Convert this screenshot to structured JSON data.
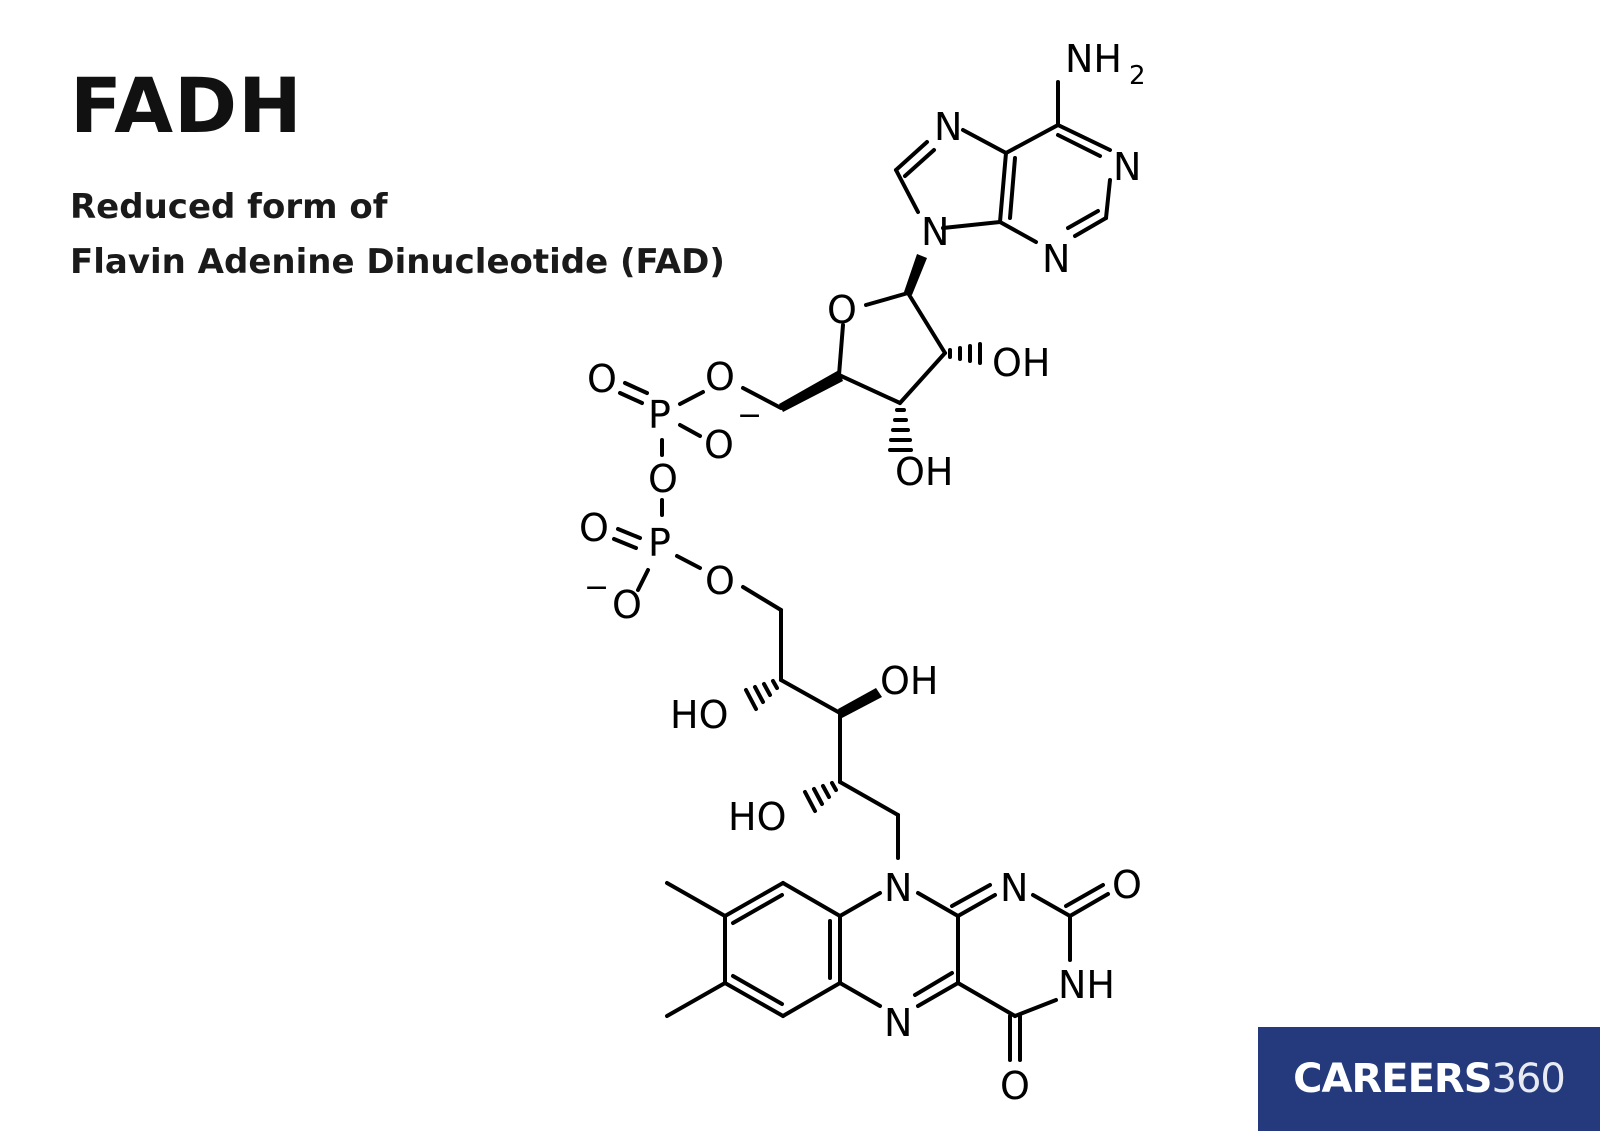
{
  "header": {
    "title": "FADH",
    "subtitle_line1": "Reduced form of",
    "subtitle_line2": "Flavin Adenine Dinucleotide (FAD)"
  },
  "structure": {
    "atoms": {
      "nh2_n": "NH",
      "nh2_sub": "2",
      "n1": "N",
      "n3": "N",
      "n7": "N",
      "n9": "N",
      "ring_o": "O",
      "oh_2": "OH",
      "oh_3": "OH",
      "p1": "P",
      "p1_o_top": "O",
      "p1_o_link": "O",
      "p1_o_minus": "O",
      "p1_minus": "−",
      "bridge_o": "O",
      "p2": "P",
      "p2_o_top": "O",
      "p2_o_link": "O",
      "p2_o_minus": "O",
      "p2_minus": "−",
      "oh_r4": "OH",
      "ho_r3": "HO",
      "ho_r2": "HO",
      "n10": "N",
      "n1f": "N",
      "n5": "N",
      "o2": "O",
      "nh3": "NH",
      "o4": "O"
    }
  },
  "logo": {
    "bold_part": "CAREERS",
    "light_part": "360",
    "bg_color": "#243a7c"
  }
}
